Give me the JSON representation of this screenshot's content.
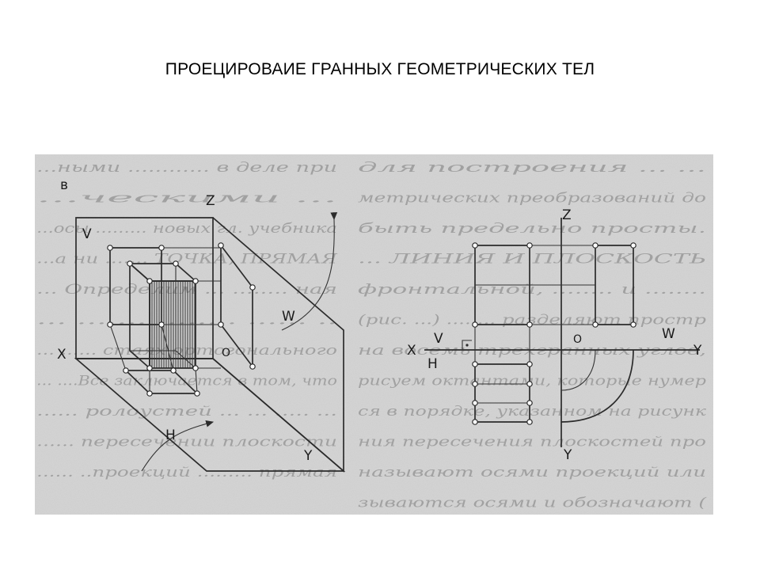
{
  "slide": {
    "title": "ПРОЕЦИРОВАИЕ ГРАННЫХ ГЕОМЕТРИЧЕСКИХ ТЕЛ"
  },
  "diagram_left": {
    "label_b": "в",
    "plane_v": "V",
    "plane_w": "W",
    "plane_h": "H",
    "axis_z": "Z",
    "axis_x": "X",
    "axis_y": "Y",
    "origin": "O"
  },
  "diagram_right": {
    "axis_z": "Z",
    "axis_x": "X",
    "axis_y_right": "Y",
    "axis_y_bottom": "Y",
    "plane_v": "V",
    "plane_h": "H",
    "plane_w": "W",
    "origin": "O"
  },
  "background_text": {
    "left_lines": [
      "...ными ............ в деле при",
      "...ческими ...",
      "...осы ......... новых гл. учебника",
      "...а ни ....... ТОЧКА, ПРЯМАЯ",
      "... Определим ... ........ ная",
      "... ....... ........ ...... ..",
      "... ...... стаях ортогонального",
      "... ....Все заключается в том, что",
      "...... ролоустей ... ... ..... ...",
      "...... пересечении плоскости",
      "...... ..проекций ......... прямая"
    ],
    "right_lines": [
      "для построения ... ...",
      "метрических преобразований до",
      "быть предельно просты.",
      "... ЛИНИЯ И ПЛОСКОСТЬ",
      "фронтальной, ........ и ........",
      "(рис. ...) ........ разделяют простр",
      "на восемь трехгранных углов,",
      "рисуем октантами, которые нумер",
      "ся в порядке, указанном на рисунк",
      "ния пересечения плоскостей про",
      "называют осями проекций или",
      "зываются осями и обозначают ("
    ]
  }
}
